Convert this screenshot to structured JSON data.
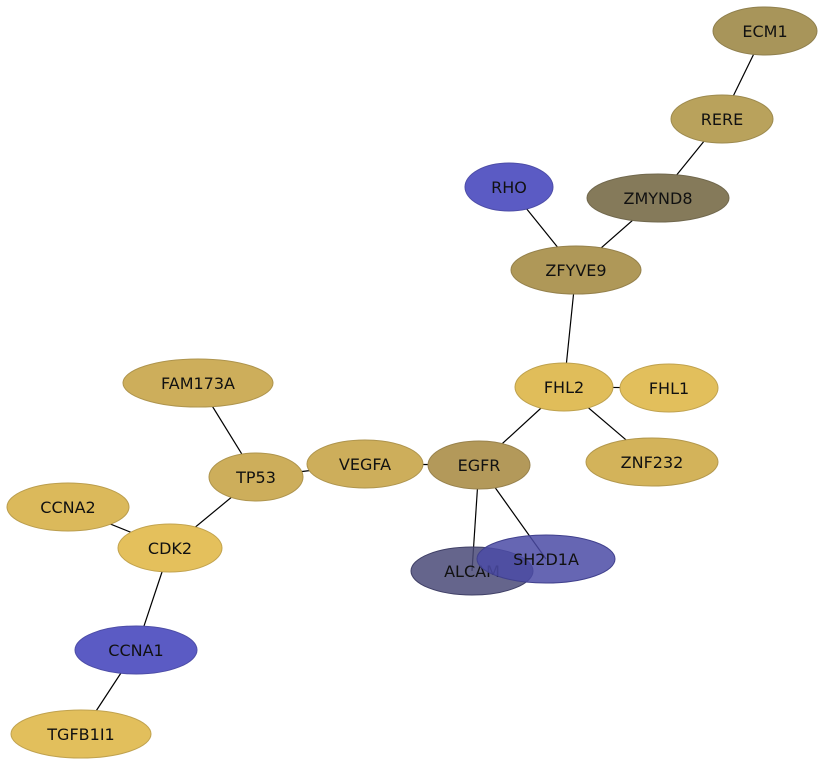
{
  "nodes": [
    {
      "id": "ECM1",
      "label": "ECM1",
      "color": "#a8955a"
    },
    {
      "id": "RERE",
      "label": "RERE",
      "color": "#b9a25c"
    },
    {
      "id": "ZMYND8",
      "label": "ZMYND8",
      "color": "#857a5a"
    },
    {
      "id": "RHO",
      "label": "RHO",
      "color": "#5b5bc4"
    },
    {
      "id": "ZFYVE9",
      "label": "ZFYVE9",
      "color": "#af9858"
    },
    {
      "id": "FHL2",
      "label": "FHL2",
      "color": "#e0bd5a"
    },
    {
      "id": "FHL1",
      "label": "FHL1",
      "color": "#e2bf5c"
    },
    {
      "id": "ZNF232",
      "label": "ZNF232",
      "color": "#d3b35a"
    },
    {
      "id": "EGFR",
      "label": "EGFR",
      "color": "#b3995a"
    },
    {
      "id": "VEGFA",
      "label": "VEGFA",
      "color": "#cdae5b"
    },
    {
      "id": "TP53",
      "label": "TP53",
      "color": "#cdae5b"
    },
    {
      "id": "FAM173A",
      "label": "FAM173A",
      "color": "#cdae5b"
    },
    {
      "id": "CCNA2",
      "label": "CCNA2",
      "color": "#dbb95b"
    },
    {
      "id": "CDK2",
      "label": "CDK2",
      "color": "#e4c05c"
    },
    {
      "id": "CCNA1",
      "label": "CCNA1",
      "color": "#5b5bc4"
    },
    {
      "id": "TGFB1I1",
      "label": "TGFB1I1",
      "color": "#e2bf5c"
    },
    {
      "id": "ALCAM",
      "label": "ALCAM",
      "color": "#4a4a78"
    },
    {
      "id": "SH2D1A",
      "label": "SH2D1A",
      "color": "#4b4ba6"
    }
  ],
  "edges": [
    [
      "ECM1",
      "RERE"
    ],
    [
      "RERE",
      "ZMYND8"
    ],
    [
      "ZMYND8",
      "ZFYVE9"
    ],
    [
      "RHO",
      "ZFYVE9"
    ],
    [
      "ZFYVE9",
      "FHL2"
    ],
    [
      "FHL2",
      "FHL1"
    ],
    [
      "FHL2",
      "ZNF232"
    ],
    [
      "FHL2",
      "EGFR"
    ],
    [
      "EGFR",
      "VEGFA"
    ],
    [
      "EGFR",
      "ALCAM"
    ],
    [
      "EGFR",
      "SH2D1A"
    ],
    [
      "VEGFA",
      "TP53"
    ],
    [
      "TP53",
      "FAM173A"
    ],
    [
      "TP53",
      "CDK2"
    ],
    [
      "CDK2",
      "CCNA2"
    ],
    [
      "CDK2",
      "CCNA1"
    ],
    [
      "CCNA1",
      "TGFB1I1"
    ]
  ]
}
